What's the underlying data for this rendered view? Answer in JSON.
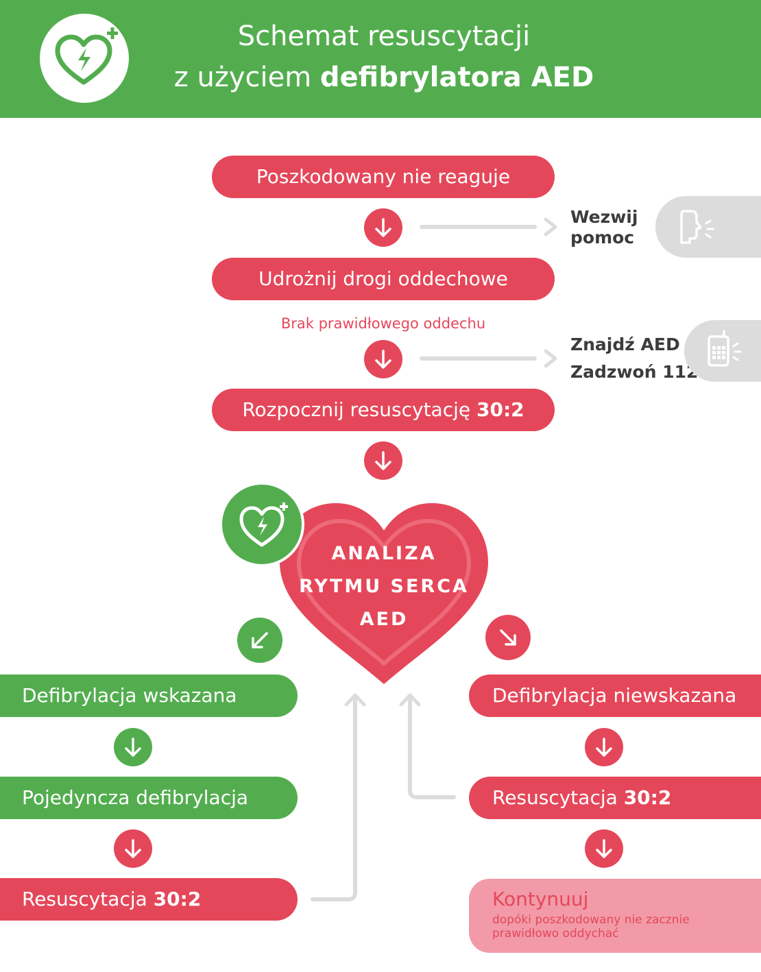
{
  "header": {
    "title_line1": "Schemat resuscytacji",
    "title_line2_prefix": "z użyciem ",
    "title_line2_bold": "defibrylatora AED",
    "logo_icon": "heart-defibrillator-icon"
  },
  "steps": {
    "step1": "Poszkodowany nie reaguje",
    "step2": "Udrożnij drogi oddechowe",
    "note": "Brak prawidłowego oddechu",
    "step3_prefix": "Rozpocznij resuscytację ",
    "step3_bold": "30:2"
  },
  "side": {
    "call_help_line1": "Wezwij",
    "call_help_line2": "pomoc",
    "call_help_icon": "person-shouting-icon",
    "find_aed": "Znajdź AED",
    "call_112": "Zadzwoń 112",
    "phone_icon": "phone-icon"
  },
  "analysis": {
    "line1": "ANALIZA",
    "line2": "RYTMU SERCA",
    "line3": "AED",
    "badge_icon": "heart-defibrillator-icon"
  },
  "left_branch": {
    "item1": "Defibrylacja wskazana",
    "item2": "Pojedyncza defibrylacja",
    "item3_prefix": "Resuscytacja ",
    "item3_bold": "30:2"
  },
  "right_branch": {
    "item1": "Defibrylacja niewskazana",
    "item2_prefix": "Resuscytacja ",
    "item2_bold": "30:2",
    "continue_title": "Kontynuuj",
    "continue_sub_line1": "dopóki poszkodowany nie zacznie",
    "continue_sub_line2": "prawidłowo oddychać"
  },
  "colors": {
    "green": "#53ad4f",
    "red": "#e5475a",
    "pink": "#f29aa8",
    "grey": "#dcdcdc"
  }
}
